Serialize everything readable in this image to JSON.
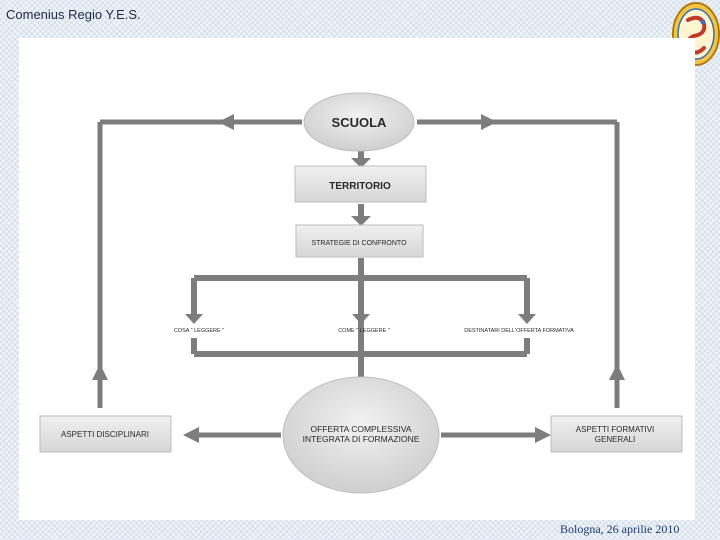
{
  "header": {
    "title": "Comenius Regio Y.E.S."
  },
  "footer": {
    "text": "Bologna, 26 aprilie 2010"
  },
  "diagram": {
    "scuola": "SCUOLA",
    "territorio": "TERRITORIO",
    "strategie": "STRATEGIE DI CONFRONTO",
    "cosa": "COSA \" LEGGERE \"",
    "come": "COME \" LEGGERE \"",
    "destinatari": "DESTINATARI DELL'OFFERTA FORMATIVA",
    "offerta_line1": "OFFERTA COMPLESSIVA",
    "offerta_line2": "INTEGRATA DI FORMAZIONE",
    "aspetti_disciplinari": "ASPETTI DISCIPLINARI",
    "aspetti_formativi_line1": "ASPETTI  FORMATIVI",
    "aspetti_formativi_line2": "GENERALI"
  },
  "colors": {
    "arrow": "#7d7d7d",
    "box": "#e3e3e3",
    "ellipse": "#dcdcdc",
    "footer_text": "#1f3a6e",
    "logo_gold": "#e0a422",
    "logo_blue": "#3a6fb8"
  }
}
